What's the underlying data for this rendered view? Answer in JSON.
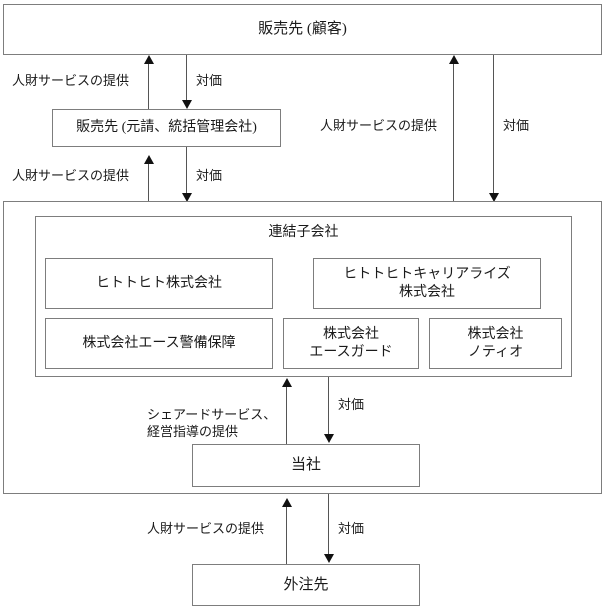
{
  "diagram": {
    "title_nodes": {
      "customer": "販売先 (顧客)",
      "prime_contractor": "販売先 (元請、統括管理会社)",
      "consolidated_subsidiaries_label": "連結子会社",
      "our_company": "当社",
      "outsourcing": "外注先"
    },
    "subsidiaries": [
      {
        "name": "ヒトトヒト株式会社"
      },
      {
        "name": "ヒトトヒトキャリアライズ\n株式会社"
      },
      {
        "name": "株式会社エース警備保障"
      },
      {
        "name": "株式会社\nエースガード"
      },
      {
        "name": "株式会社\nノティオ"
      }
    ],
    "flow_labels": {
      "service_to_prime": "人財サービスの提供",
      "compensation_from_customer_to_prime": "対価",
      "service_from_subsidiaries_to_prime": "人財サービスの提供",
      "compensation_prime_to_subsidiaries": "対価",
      "service_direct_to_customer": "人財サービスの提供",
      "compensation_direct_from_customer": "対価",
      "shared_service": "シェアードサービス、\n経営指導の提供",
      "compensation_to_our_company": "対価",
      "service_from_outsourcing": "人財サービスの提供",
      "compensation_to_outsourcing": "対価"
    },
    "colors": {
      "border": "#7d7d7d",
      "line": "#555555",
      "arrowhead": "#111111",
      "text": "#1a1a1a",
      "background": "#ffffff"
    }
  }
}
